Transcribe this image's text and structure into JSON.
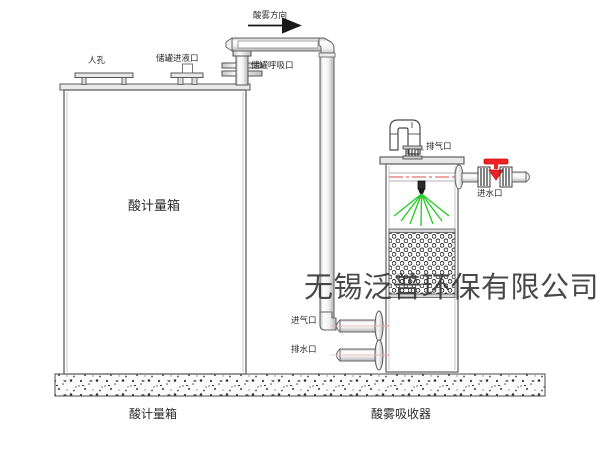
{
  "diagram": {
    "title_left": "酸计量箱",
    "title_right": "酸雾吸收器",
    "watermark": "无锡泛普环保有限公司",
    "tank_body_label": "酸计量箱",
    "flow_label": "酸雾方向",
    "labels": {
      "manhole": "人孔",
      "tank_fill_port": "储罐进液口",
      "tank_breather_port": "储罐呼吸口",
      "exhaust_port": "排气口",
      "water_inlet": "进水口",
      "air_inlet": "进气口",
      "drain_outlet": "排水口"
    },
    "colors": {
      "line": "#5a5a5a",
      "line_dark": "#333333",
      "fill_light": "#f2f2f2",
      "fill_mid": "#e2e2e2",
      "spray": "#22cc22",
      "valve_handle": "#ee2222",
      "center_line": "#e88b8b",
      "foundation": "#fbfbfb",
      "text": "#2b2b2b"
    }
  }
}
